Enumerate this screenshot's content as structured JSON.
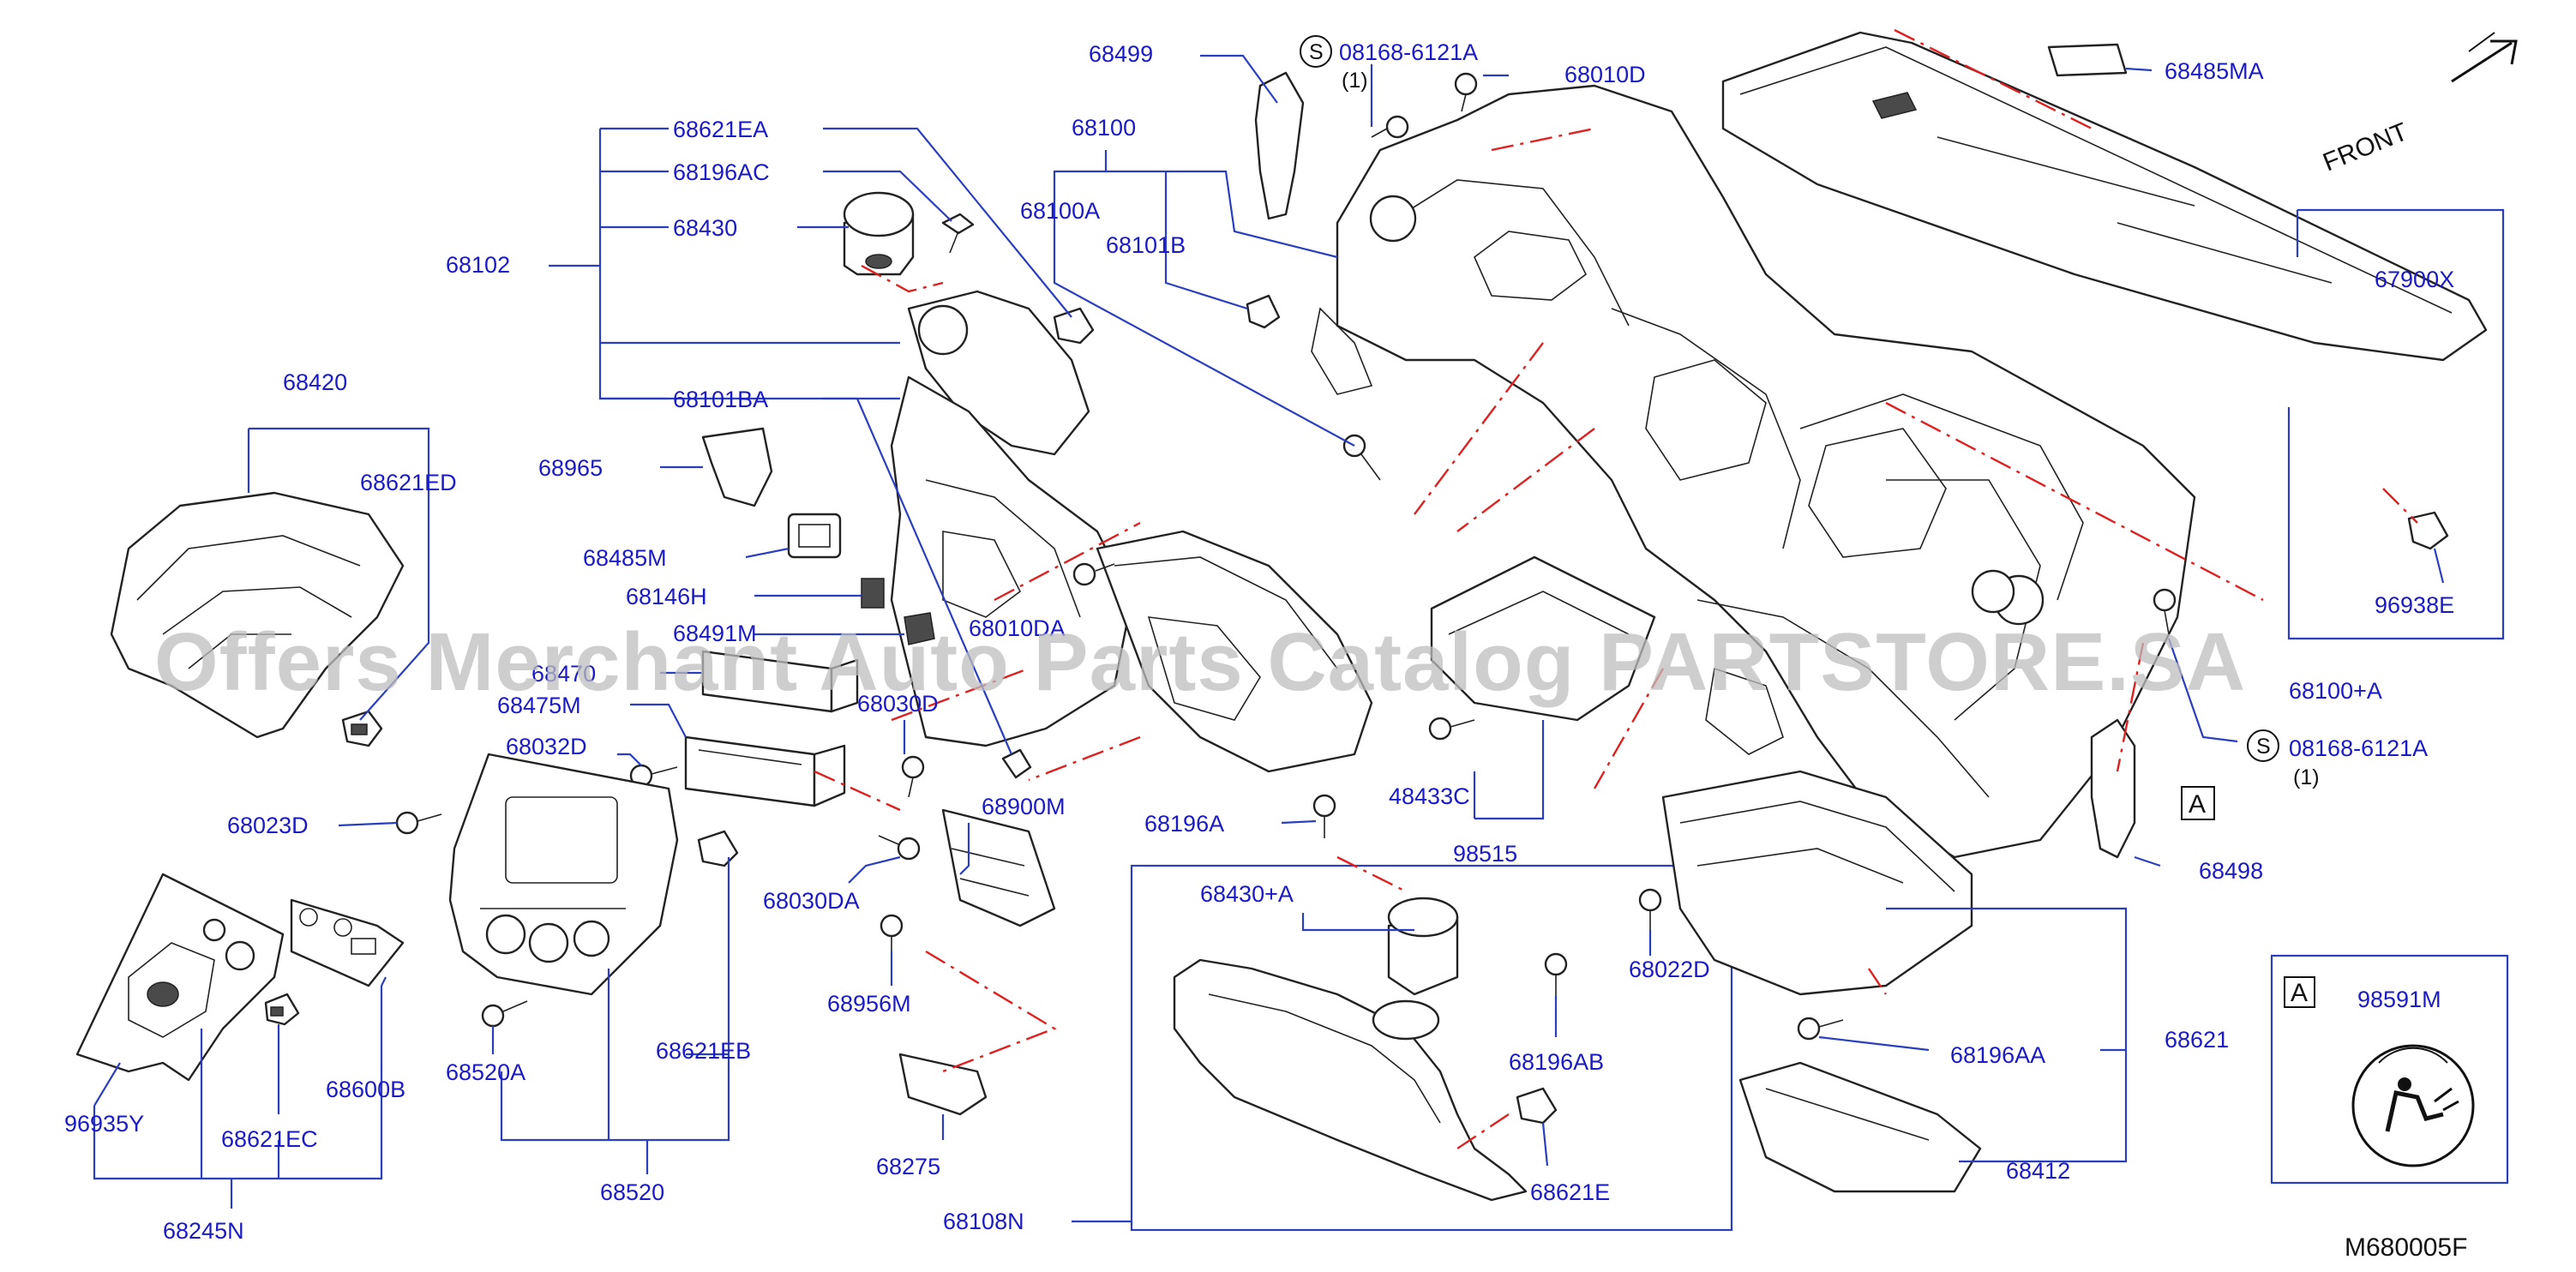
{
  "diagram": {
    "code": "M680005F",
    "front_label": "FRONT",
    "watermark": "Offers Merchant Auto Parts Catalog PARTSTORE.SA",
    "callout_box_letter": "A",
    "screw_symbol_letter": "S",
    "labels": {
      "p68499": "68499",
      "p08168_top": "08168-6121A",
      "p08168_top_qty": "(1)",
      "p68010D": "68010D",
      "p68485MA": "68485MA",
      "p68621EA": "68621EA",
      "p68100": "68100",
      "p68196AC": "68196AC",
      "p68430": "68430",
      "p68100A": "68100A",
      "p68101B": "68101B",
      "p68102": "68102",
      "p67900X": "67900X",
      "p68101BA": "68101BA",
      "p68420": "68420",
      "p68965": "68965",
      "p68621ED": "68621ED",
      "p68485M": "68485M",
      "p68146H": "68146H",
      "p68491M": "68491M",
      "p68010DA": "68010DA",
      "p96938E": "96938E",
      "p68470": "68470",
      "p68475M": "68475M",
      "p68030D": "68030D",
      "p68100A2": "68100+A",
      "p68032D": "68032D",
      "p08168_bottom": "08168-6121A",
      "p08168_bottom_qty": "(1)",
      "p48433C": "48433C",
      "p68900M": "68900M",
      "p68023D": "68023D",
      "p68196A": "68196A",
      "p68498": "68498",
      "p98515": "98515",
      "p68030DA": "68030DA",
      "p68430A": "68430+A",
      "p68022D": "68022D",
      "p98591M": "98591M",
      "p68956M": "68956M",
      "p68196AA": "68196AA",
      "p68621": "68621",
      "p68520A": "68520A",
      "p68621EB": "68621EB",
      "p68196AB": "68196AB",
      "p68600B": "68600B",
      "p96935Y": "96935Y",
      "p68621EC": "68621EC",
      "p68275": "68275",
      "p68621E": "68621E",
      "p68412": "68412",
      "p68520": "68520",
      "p68108N": "68108N",
      "p68245N": "68245N"
    }
  }
}
